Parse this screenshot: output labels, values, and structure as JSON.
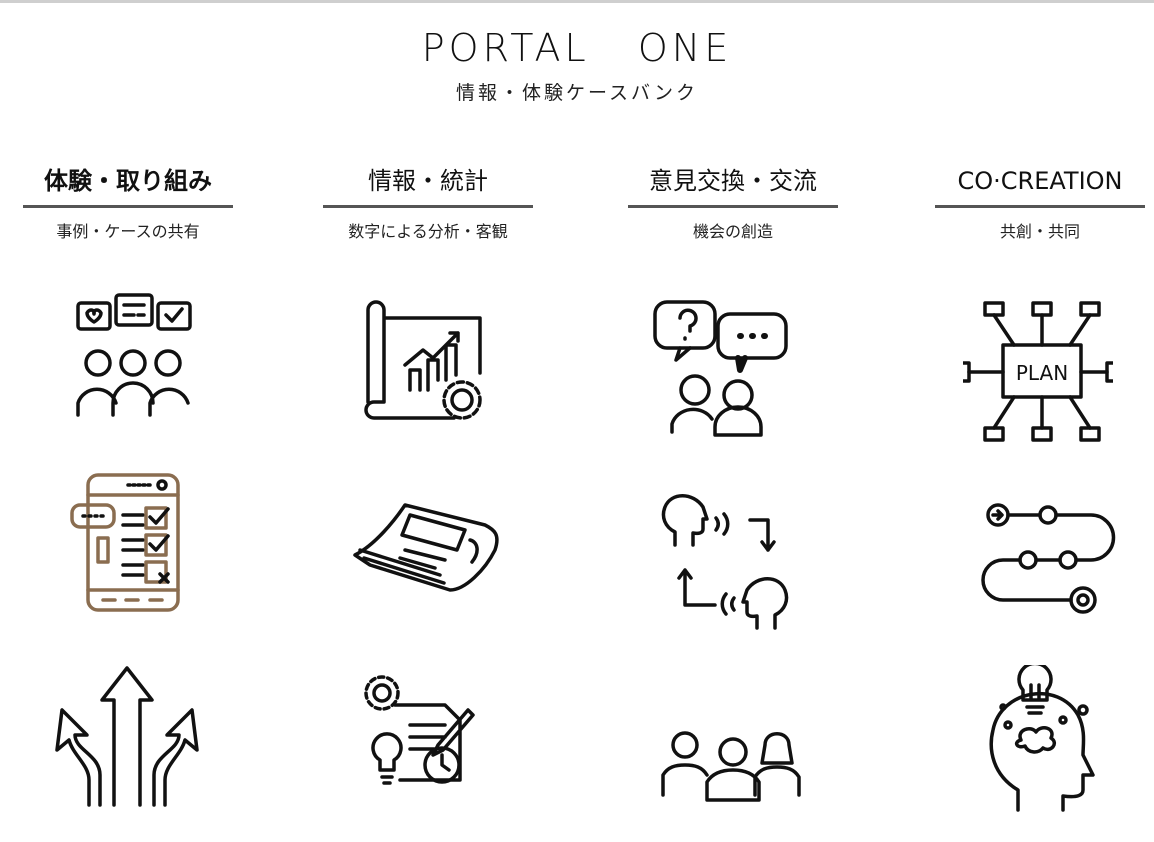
{
  "header": {
    "title": "PORTAL   ONE",
    "subtitle": "情報・体験ケースバンク"
  },
  "columns": [
    {
      "heading": "体験・取り組み",
      "sub": "事例・ケースの共有",
      "icons": [
        "people-chat-icon",
        "mobile-checklist-icon",
        "direction-arrows-icon"
      ]
    },
    {
      "heading": "情報・統計",
      "sub": "数字による分析・客観",
      "icons": [
        "chart-blueprint-icon",
        "newspaper-icon",
        "idea-document-icon"
      ]
    },
    {
      "heading": "意見交換・交流",
      "sub": "機会の創造",
      "icons": [
        "discussion-icon",
        "conversation-exchange-icon",
        "group-icon"
      ]
    },
    {
      "heading": "CO·CREATION",
      "sub": "共創・共同",
      "icons": [
        "plan-network-icon",
        "roadmap-icon",
        "head-idea-icon"
      ]
    }
  ],
  "icon_text": {
    "plan": "PLAN"
  },
  "colors": {
    "accent_brown": "#8a6d50"
  }
}
